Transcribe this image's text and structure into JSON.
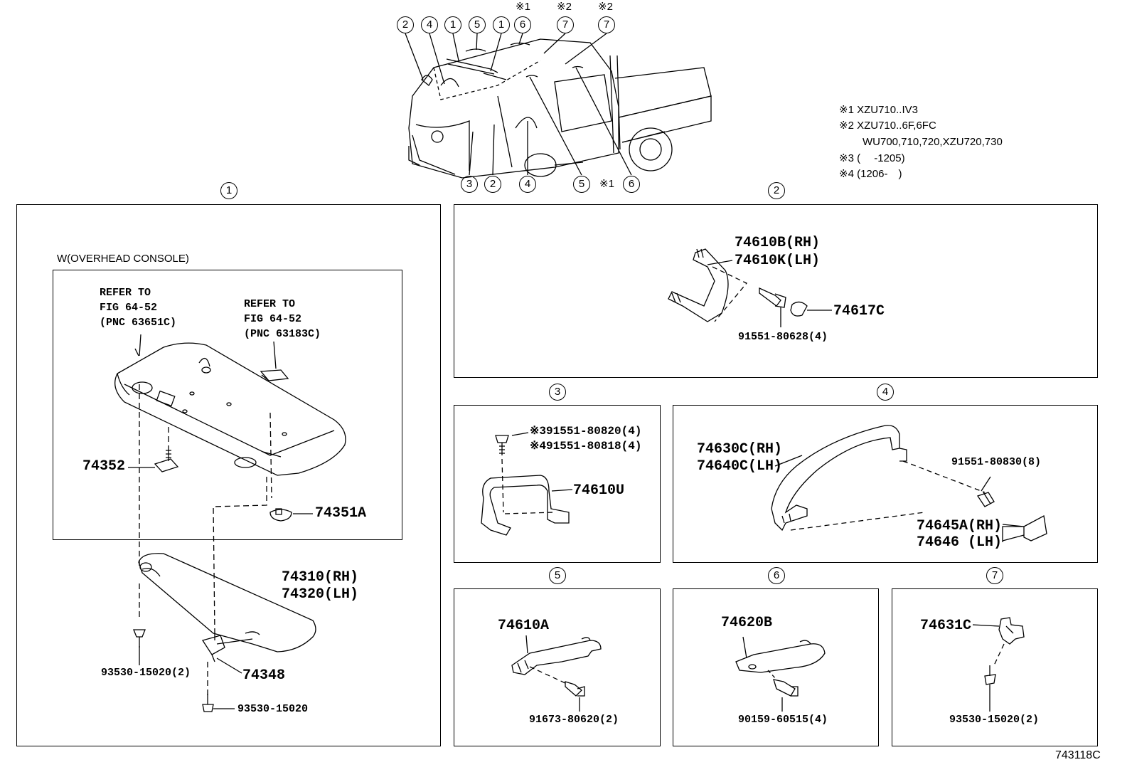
{
  "overview": {
    "top_markers": [
      "2",
      "4",
      "1",
      "5",
      "1",
      "6",
      "7",
      "7"
    ],
    "top_notes": [
      "※1",
      "※2",
      "※2"
    ],
    "bottom_markers": [
      "3",
      "2",
      "4",
      "5",
      "6"
    ],
    "bottom_note": "※1"
  },
  "legend": {
    "line1": "※1 XZU710..IV3",
    "line2": "※2 XZU710..6F,6FC",
    "line3": "WU700,710,720,XZU720,730",
    "line4": "※3 (　 -1205)",
    "line5": "※4 (1206-　)"
  },
  "panel1": {
    "marker": "1",
    "console_label": "W(OVERHEAD CONSOLE)",
    "refer1": [
      "REFER TO",
      "FIG 64-52",
      "(PNC 63651C)"
    ],
    "refer2": [
      "REFER TO",
      "FIG 64-52",
      "(PNC 63183C)"
    ],
    "p74352": "74352",
    "p74351A": "74351A",
    "p74310": "74310(RH)",
    "p74320": "74320(LH)",
    "p74348": "74348",
    "s1": "93530-15020(2)",
    "s2": "93530-15020"
  },
  "panel2": {
    "marker": "2",
    "p1": "74610B(RH)",
    "p2": "74610K(LH)",
    "p3": "74617C",
    "bolt": "91551-80628(4)"
  },
  "panel3": {
    "marker": "3",
    "b1": "※391551-80820(4)",
    "b2": "※491551-80818(4)",
    "p": "74610U"
  },
  "panel4": {
    "marker": "4",
    "p1": "74630C(RH)",
    "p2": "74640C(LH)",
    "bolt": "91551-80830(8)",
    "c1": "74645A(RH)",
    "c2": "74646 (LH)"
  },
  "panel5": {
    "marker": "5",
    "p": "74610A",
    "bolt": "91673-80620(2)"
  },
  "panel6": {
    "marker": "6",
    "p": "74620B",
    "bolt": "90159-60515(4)"
  },
  "panel7": {
    "marker": "7",
    "p": "74631C",
    "bolt": "93530-15020(2)"
  },
  "figure_id": "743118C"
}
